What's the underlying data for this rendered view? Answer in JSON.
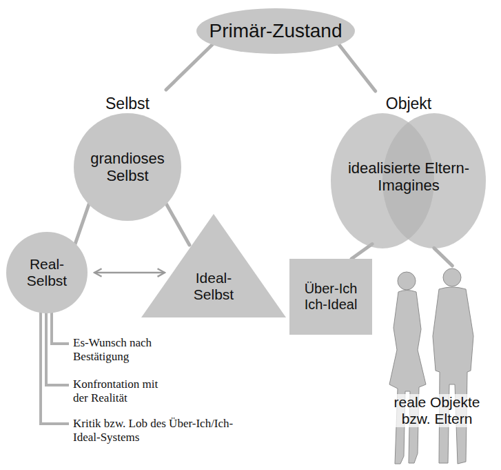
{
  "diagram": {
    "nodes": [
      {
        "text": [
          "Primär-Zustand"
        ]
      },
      {
        "text": [
          "Selbst",
          "grandioses Selbst"
        ]
      },
      {
        "text": [
          "Objekt",
          "idealisierte Eltern-Imagines"
        ]
      },
      {
        "text": [
          "Real-Selbst"
        ]
      },
      {
        "text": [
          "Ideal-Selbst"
        ]
      },
      {
        "text": [
          "Über-Ich Ich-Ideal"
        ]
      },
      {
        "text": [
          "reale Objekte bzw. Eltern"
        ]
      }
    ],
    "edges": [
      {
        "from": 0,
        "to": 1,
        "arrow": "none"
      },
      {
        "from": 0,
        "to": 2,
        "arrow": "none"
      },
      {
        "from": 1,
        "to": 3,
        "arrow": "none"
      },
      {
        "from": 1,
        "to": 4,
        "arrow": "none"
      },
      {
        "from": 3,
        "to": 4,
        "arrow": "both"
      },
      {
        "from": 2,
        "to": 5,
        "arrow": "none"
      },
      {
        "from": 2,
        "to": 6,
        "arrow": "none"
      }
    ],
    "labels": [
      "Es-Wunsch nach Bestätigung",
      "Konfrontation mit der Realität",
      "Kritik bzw. Lob des Über-Ich/Ich-Ideal-Systems"
    ]
  }
}
